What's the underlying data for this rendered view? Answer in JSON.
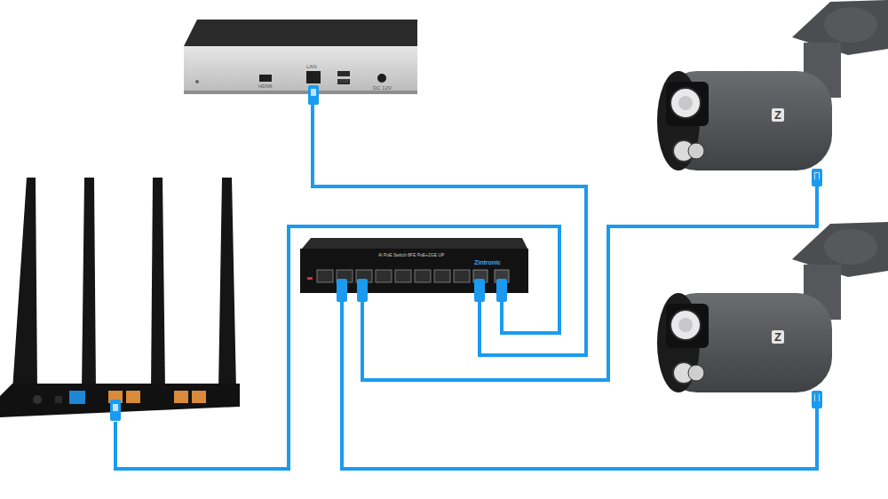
{
  "diagram": {
    "nodes": [
      {
        "text": [
          "HDMI",
          "LAN",
          "USB",
          "DC 12V"
        ]
      },
      {
        "text": []
      },
      {
        "text": [
          "AI PoE Switch 8FE PoE+2GE UP",
          "Zintronic"
        ]
      },
      {
        "text": [
          "Z"
        ]
      },
      {
        "text": [
          "Z"
        ]
      }
    ],
    "edges": [
      {
        "from": 0,
        "to": 2,
        "arrow": "none"
      },
      {
        "from": 1,
        "to": 2,
        "arrow": "none"
      },
      {
        "from": 2,
        "to": 3,
        "arrow": "none"
      },
      {
        "from": 2,
        "to": 4,
        "arrow": "none"
      }
    ]
  }
}
